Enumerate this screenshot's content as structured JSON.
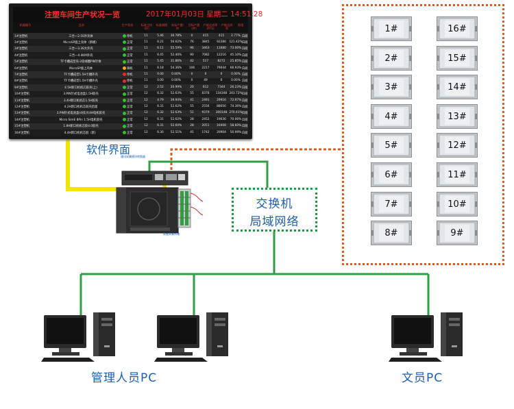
{
  "monitor": {
    "title": "注塑车间生产状况一览",
    "datetime": "2017年01月03日 星期二 14:51:28",
    "columns": [
      "机器编号",
      "品名",
      "生产状态",
      "标准工时(秒)",
      "标准周期",
      "实际产量/件",
      "目标产量(件)",
      "产能达成率(PCS)",
      "产能达成率",
      "班组"
    ],
    "rows": [
      [
        "1#注塑机",
        "三合一2.5S外壳体",
        "green",
        "停机",
        "11",
        "5.46",
        "30.78%",
        "0",
        "415",
        "415",
        "2.77%",
        "白班"
      ],
      [
        "2#注塑机",
        "MicroSP面上壳体（新模）",
        "green",
        "正常",
        "11",
        "6.21",
        "56.62%",
        "76",
        "3845",
        "92280",
        "121.42%",
        "白班"
      ],
      [
        "3#注塑机",
        "三合一3.3S大外壳",
        "green",
        "正常",
        "11",
        "6.11",
        "55.59%",
        "96",
        "3463",
        "11680",
        "73.00%",
        "白班"
      ],
      [
        "4#注塑机",
        "三合一4.4KM外壳",
        "green",
        "正常",
        "11",
        "6.45",
        "52.40%",
        "90",
        "7082",
        "12216",
        "45.10%",
        "白班"
      ],
      [
        "5#注塑机",
        "TF卡槽成型壳-2倍线圈PIN针体",
        "green",
        "正常",
        "11",
        "5.45",
        "31.86%",
        "42",
        "517",
        "8272",
        "25.85%",
        "白班"
      ],
      [
        "6#注塑机",
        "MicroSP面上壳体",
        "yellow",
        "调机",
        "11",
        "6.18",
        "54.36%",
        "106",
        "2217",
        "79044",
        "66.93%",
        "白班"
      ],
      [
        "7#注塑机",
        "TF卡槽成型1.5H卡槽外壳",
        "red",
        "停机",
        "11",
        "0.00",
        "0.00%",
        "0",
        "0",
        "0",
        "0.00%",
        "白班"
      ],
      [
        "8#注塑机",
        "TF卡槽成型1.5H卡槽外壳",
        "red",
        "停机",
        "11",
        "0.00",
        "0.00%",
        "0",
        "49",
        "0",
        "0.00%",
        "白班"
      ],
      [
        "9#注塑机",
        "4.5H新口机机芯胶壳(上)",
        "green",
        "正常",
        "12",
        "2.52",
        "20.99%",
        "20",
        "612",
        "7344",
        "26.23%",
        "白班"
      ],
      [
        "10#注塑机",
        "3.PIN针式电池盒1.5H胶壳",
        "green",
        "正常",
        "12",
        "6.32",
        "52.63%",
        "55",
        "8378",
        "134348",
        "243.72%",
        "白班"
      ],
      [
        "11#注塑机",
        "3.4H新口机机芯1.5H胶壳",
        "green",
        "正常",
        "12",
        "4.79",
        "39.94%",
        "41",
        "2491",
        "29916",
        "72.97%",
        "白班"
      ],
      [
        "12#注塑机",
        "4.2H新口机机芯胶壳后面",
        "green",
        "正常",
        "12",
        "6.31",
        "52.62%",
        "55",
        "2556",
        "88056",
        "74.36%",
        "白班"
      ],
      [
        "13#注塑机",
        "3.PIN针式电池盒(4排)大4H电机胶壳",
        "green",
        "正常",
        "12",
        "6.32",
        "52.63%",
        "51",
        "9379",
        "300148",
        "270.41%",
        "白班"
      ],
      [
        "14#注塑机",
        "Micro SimE 8Pin 1.5H电机胶壳",
        "green",
        "正常",
        "12",
        "6.31",
        "52.62%",
        "28",
        "2452",
        "19636",
        "70.06%",
        "白班"
      ],
      [
        "15#注塑机",
        "1.8H新口机机芯胶4.0胶壳",
        "green",
        "正常",
        "12",
        "6.31",
        "52.60%",
        "28",
        "2051",
        "16408",
        "58.60%",
        "白班"
      ],
      [
        "16#注塑机",
        "4.4H新口机机芯胶（新）",
        "green",
        "正常",
        "12",
        "6.30",
        "52.51%",
        "41",
        "1742",
        "20904",
        "50.99%",
        "白班"
      ]
    ]
  },
  "labels": {
    "software": "软件界面",
    "device_caption": "通讯采集模块转换器",
    "device_sub": "数据采集终端",
    "lan_line1": "交换机",
    "lan_line2": "局域网络",
    "manager_pc": "管理人员PC",
    "clerk_pc": "文员PC"
  },
  "terminals": [
    "1#",
    "16#",
    "2#",
    "15#",
    "3#",
    "14#",
    "4#",
    "13#",
    "5#",
    "12#",
    "6#",
    "11#",
    "7#",
    "10#",
    "8#",
    "9#"
  ],
  "colors": {
    "network_line": "#2ea043",
    "serial_line": "#f2e600",
    "lan_border": "#1a9a3a",
    "terminal_border": "#e05a20",
    "label_blue": "#1a5fb4",
    "alarm_red": "#ff2a2a"
  }
}
